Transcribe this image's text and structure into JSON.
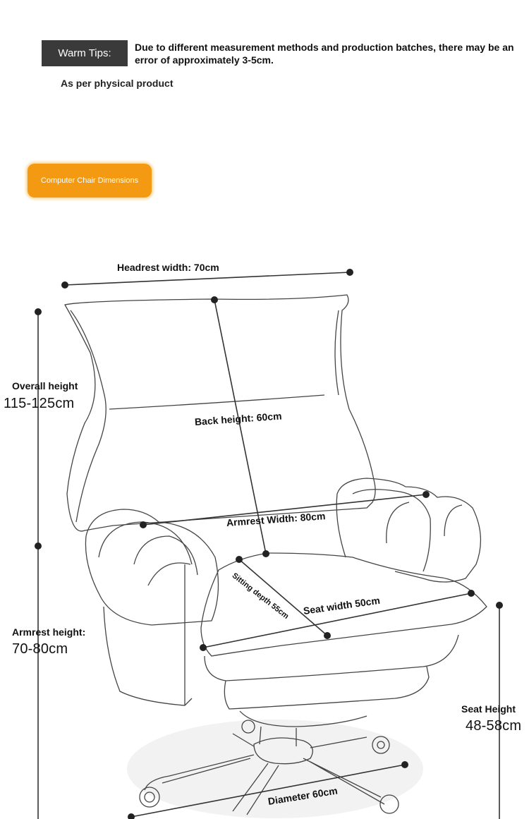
{
  "tips": {
    "label": "Warm Tips:",
    "text": "Due to different measurement methods and production batches, there may be an error of approximately 3-5cm.",
    "note": "As per physical product"
  },
  "section": {
    "title": "Computer Chair Dimensions"
  },
  "dimensions": {
    "headrest_width": "Headrest width: 70cm",
    "overall_height_label": "Overall height",
    "overall_height_value": "115-125cm",
    "back_height": "Back height: 60cm",
    "armrest_width": "Armrest Width: 80cm",
    "sitting_depth": "Sitting depth 55cm",
    "seat_width": "Seat width 50cm",
    "armrest_height_label": "Armrest height:",
    "armrest_height_value": "70-80cm",
    "seat_height_label": "Seat Height",
    "seat_height_value": "48-58cm",
    "diameter": "Diameter 60cm"
  },
  "colors": {
    "accent": "#f39a12",
    "tips_bg": "#3a3a3a",
    "line": "#333333"
  }
}
